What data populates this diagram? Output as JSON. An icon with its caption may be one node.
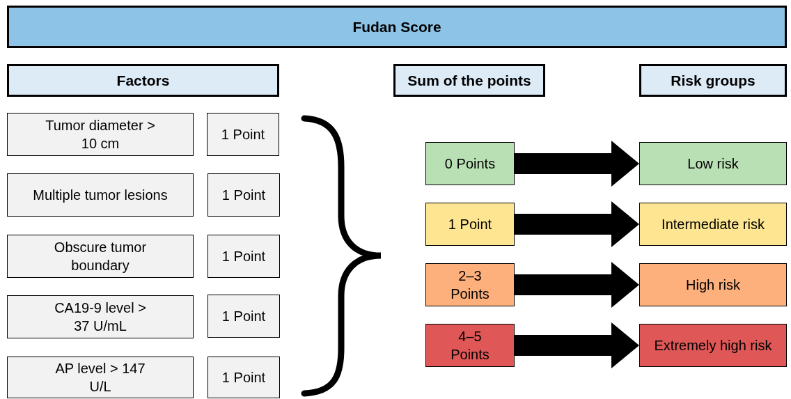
{
  "diagram": {
    "nodes": [
      {
        "text": [
          "Fudan Score"
        ]
      },
      {
        "text": [
          "Factors"
        ]
      },
      {
        "text": [
          "Sum of the points"
        ]
      },
      {
        "text": [
          "Risk groups"
        ]
      },
      {
        "text": [
          "Tumor diameter > 10 cm"
        ]
      },
      {
        "text": [
          "1 Point"
        ]
      },
      {
        "text": [
          "Multiple tumor lesions"
        ]
      },
      {
        "text": [
          "1 Point"
        ]
      },
      {
        "text": [
          "Obscure tumor boundary"
        ]
      },
      {
        "text": [
          "1 Point"
        ]
      },
      {
        "text": [
          "CA19-9 level > 37 U/mL"
        ]
      },
      {
        "text": [
          "1 Point"
        ]
      },
      {
        "text": [
          "AP level > 147 U/L"
        ]
      },
      {
        "text": [
          "1 Point"
        ]
      },
      {
        "text": [
          "0 Points"
        ]
      },
      {
        "text": [
          "1 Point"
        ]
      },
      {
        "text": [
          "2–3 Points"
        ]
      },
      {
        "text": [
          "4–5 Points"
        ]
      },
      {
        "text": [
          "Low risk"
        ]
      },
      {
        "text": [
          "Intermediate risk"
        ]
      },
      {
        "text": [
          "High risk"
        ]
      },
      {
        "text": [
          "Extremely high risk"
        ]
      }
    ],
    "edges": [
      {
        "from": 14,
        "to": 18,
        "arrow": "to",
        "style": "thick"
      },
      {
        "from": 15,
        "to": 19,
        "arrow": "to",
        "style": "thick"
      },
      {
        "from": 16,
        "to": 20,
        "arrow": "to",
        "style": "thick"
      },
      {
        "from": 17,
        "to": 21,
        "arrow": "to",
        "style": "thick"
      }
    ]
  }
}
